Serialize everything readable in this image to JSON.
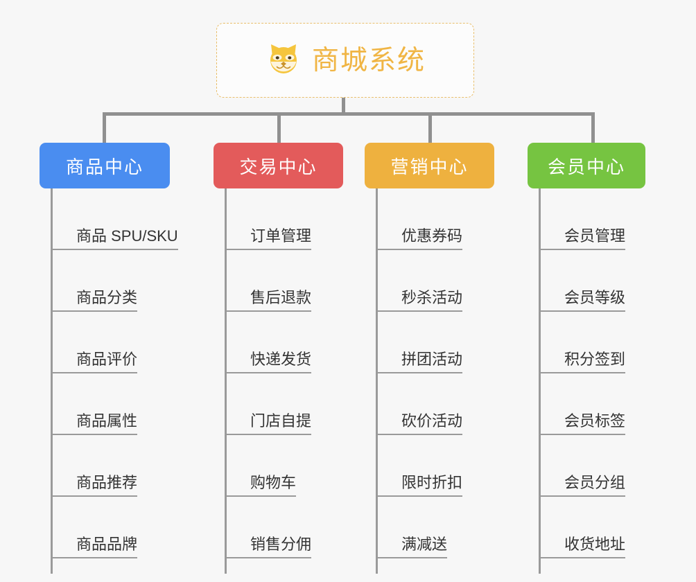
{
  "root": {
    "title": "商城系统",
    "icon": "shiba-dog-icon",
    "border_color": "#e9be6a",
    "text_color": "#f0b544"
  },
  "columns": [
    {
      "id": "product-center",
      "title": "商品中心",
      "color": "#4a8df0",
      "items": [
        "商品 SPU/SKU",
        "商品分类",
        "商品评价",
        "商品属性",
        "商品推荐",
        "商品品牌"
      ]
    },
    {
      "id": "trade-center",
      "title": "交易中心",
      "color": "#e35b5b",
      "items": [
        "订单管理",
        "售后退款",
        "快递发货",
        "门店自提",
        "购物车",
        "销售分佣"
      ]
    },
    {
      "id": "marketing-center",
      "title": "营销中心",
      "color": "#eeb13f",
      "items": [
        "优惠券码",
        "秒杀活动",
        "拼团活动",
        "砍价活动",
        "限时折扣",
        "满减送"
      ]
    },
    {
      "id": "member-center",
      "title": "会员中心",
      "color": "#76c441",
      "items": [
        "会员管理",
        "会员等级",
        "积分签到",
        "会员标签",
        "会员分组",
        "收货地址"
      ]
    }
  ],
  "connector_color": "#909090",
  "background_color": "#f7f7f7"
}
